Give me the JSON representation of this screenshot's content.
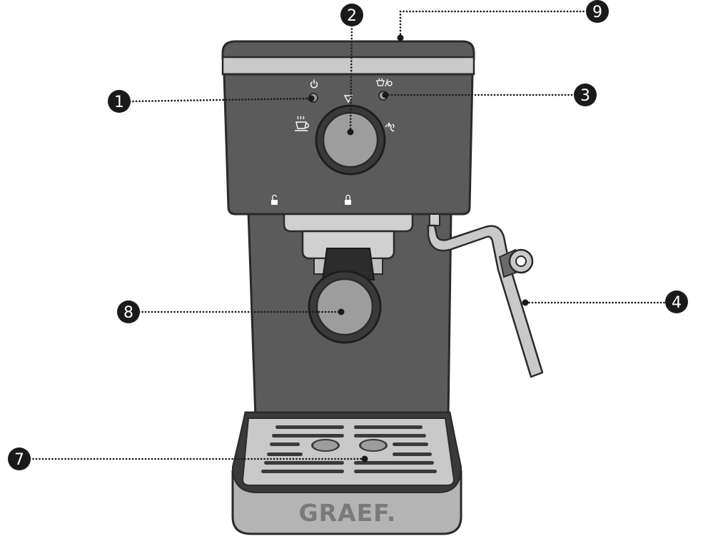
{
  "brand": {
    "logo_text": "GRAEF."
  },
  "panel_symbols": [
    "power-icon",
    "coffee-icon",
    "steam-icon",
    "hot-water-icon",
    "lock-open-icon",
    "lock-closed-icon",
    "cup-timer-icon"
  ],
  "colors": {
    "body": "#5b5b5b",
    "body_dark": "#3a3a3a",
    "chrome": "#c9c9c9",
    "tray": "#b4b4b4",
    "callout": "#1a1a1a"
  },
  "callouts": [
    {
      "id": "1",
      "label": "1"
    },
    {
      "id": "2",
      "label": "2"
    },
    {
      "id": "3",
      "label": "3"
    },
    {
      "id": "4",
      "label": "4"
    },
    {
      "id": "7",
      "label": "7"
    },
    {
      "id": "8",
      "label": "8"
    },
    {
      "id": "9",
      "label": "9"
    }
  ]
}
